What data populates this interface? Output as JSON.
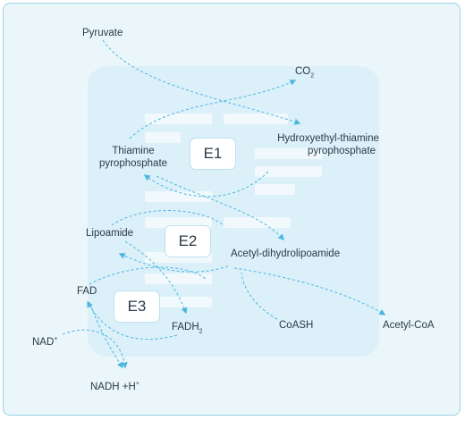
{
  "enzymes": {
    "e1": "E1",
    "e2": "E2",
    "e3": "E3"
  },
  "molecules": {
    "pyruvate": "Pyruvate",
    "co2_base": "CO",
    "co2_sub": "2",
    "thiamine_line1": "Thiamine",
    "thiamine_line2": "pyrophosphate",
    "hydroxyethyl_line1": "Hydroxyethyl-thiamine",
    "hydroxyethyl_line2": "pyrophosphate",
    "lipoamide": "Lipoamide",
    "acetyl_dihydrolipoamide": "Acetyl-dihydrolipoamide",
    "fad": "FAD",
    "fadh2_base": "FADH",
    "fadh2_sub": "2",
    "coash": "CoASH",
    "acetyl_coa": "Acetyl-CoA",
    "nad_base": "NAD",
    "nad_sup": "+",
    "nadh_base": "NADH +H",
    "nadh_sup": "+"
  },
  "colors": {
    "arrow": "#4ab7e0",
    "frame_border": "#9fd3e6",
    "frame_fill": "#ebf6fb",
    "inner_fill": "#dcf0f9"
  }
}
